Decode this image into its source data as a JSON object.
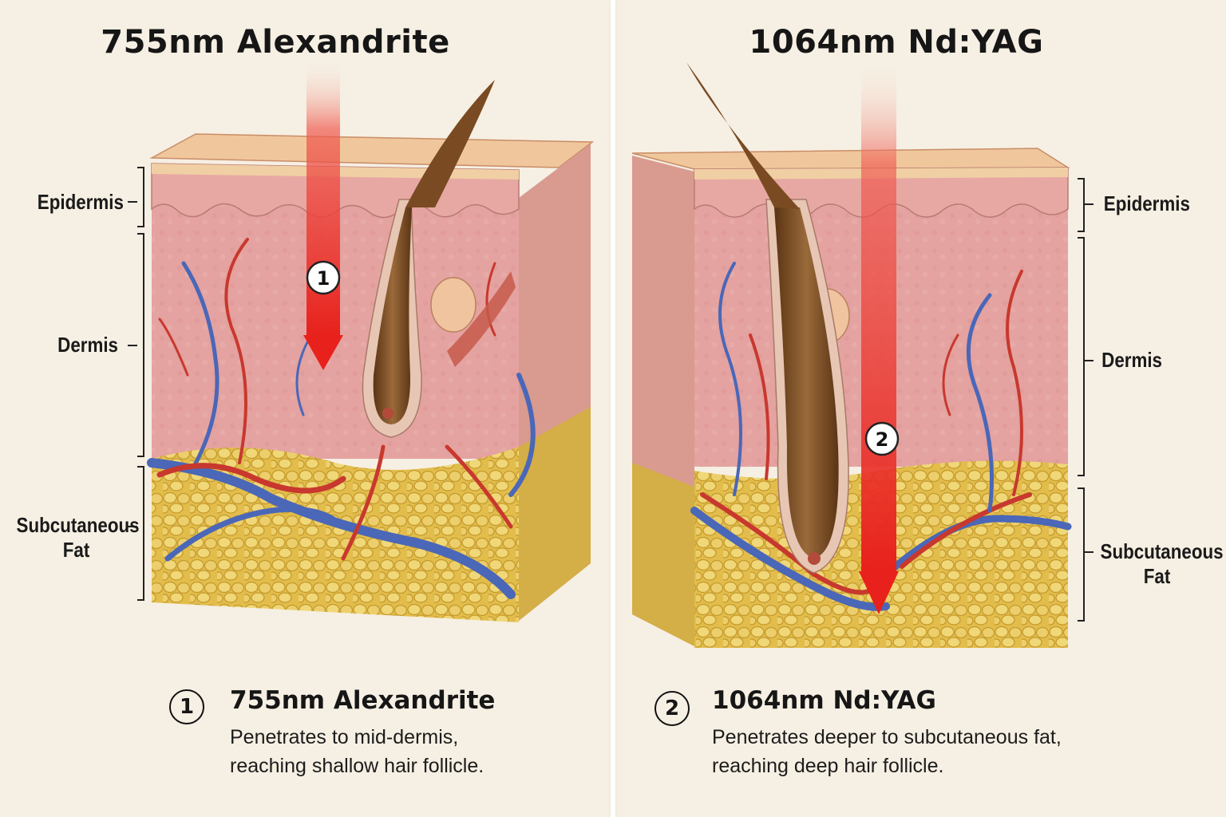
{
  "panels": [
    {
      "title": "755nm Alexandrite",
      "layers": [
        "Epidermis",
        "Dermis",
        "Subcutaneous",
        "Fat"
      ],
      "marker": "1",
      "footer": {
        "number": "1",
        "title": "755nm Alexandrite",
        "line1": "Penetrates to mid-dermis,",
        "line2": "reaching shallow hair follicle."
      }
    },
    {
      "title": "1064nm Nd:YAG",
      "layers": [
        "Epidermis",
        "Dermis",
        "Subcutaneous",
        "Fat"
      ],
      "marker": "2",
      "footer": {
        "number": "2",
        "title": "1064nm Nd:YAG",
        "line1": "Penetrates deeper to subcutaneous fat,",
        "line2": "reaching deep hair follicle."
      }
    }
  ],
  "colors": {
    "background": "#f6efe3",
    "epidermis": "#e9a9a0",
    "dermis": "#e6a3a0",
    "fat": "#e4c04f",
    "laser": "#e8211c",
    "vein": "#4a67b8",
    "artery": "#c8382e",
    "hair": "#7a4a22"
  }
}
